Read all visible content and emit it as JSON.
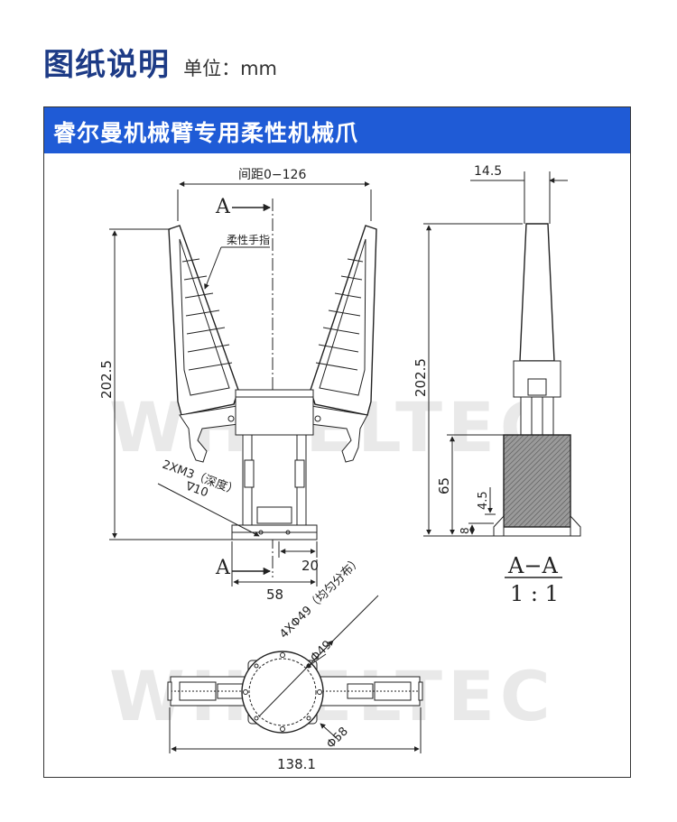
{
  "header": {
    "title": "图纸说明",
    "unit": "单位：mm"
  },
  "banner": {
    "title": "睿尔曼机械臂专用柔性机械爪"
  },
  "watermark": "WHEELTEC",
  "front_view": {
    "spacing": "间距0−126",
    "section_mark": "A",
    "finger_label": "柔性手指",
    "height": "202.5",
    "thread": "2XM3（深度）",
    "thread_depth": "∇10",
    "offset": "20",
    "width": "58"
  },
  "side_view": {
    "top_width": "14.5",
    "height": "202.5",
    "base_height": "65",
    "gap": "4.5",
    "foot": "8",
    "section_label": "A−A",
    "scale": "1 : 1"
  },
  "bottom_view": {
    "holes": "4XΦ49（均匀分布）",
    "pcd": "Φ49",
    "diameter": "Φ58",
    "length": "138.1"
  },
  "colors": {
    "title": "#1d3b86",
    "banner": "#1f5bd6",
    "line": "#222222",
    "part_fill": "#8a8a8a"
  }
}
